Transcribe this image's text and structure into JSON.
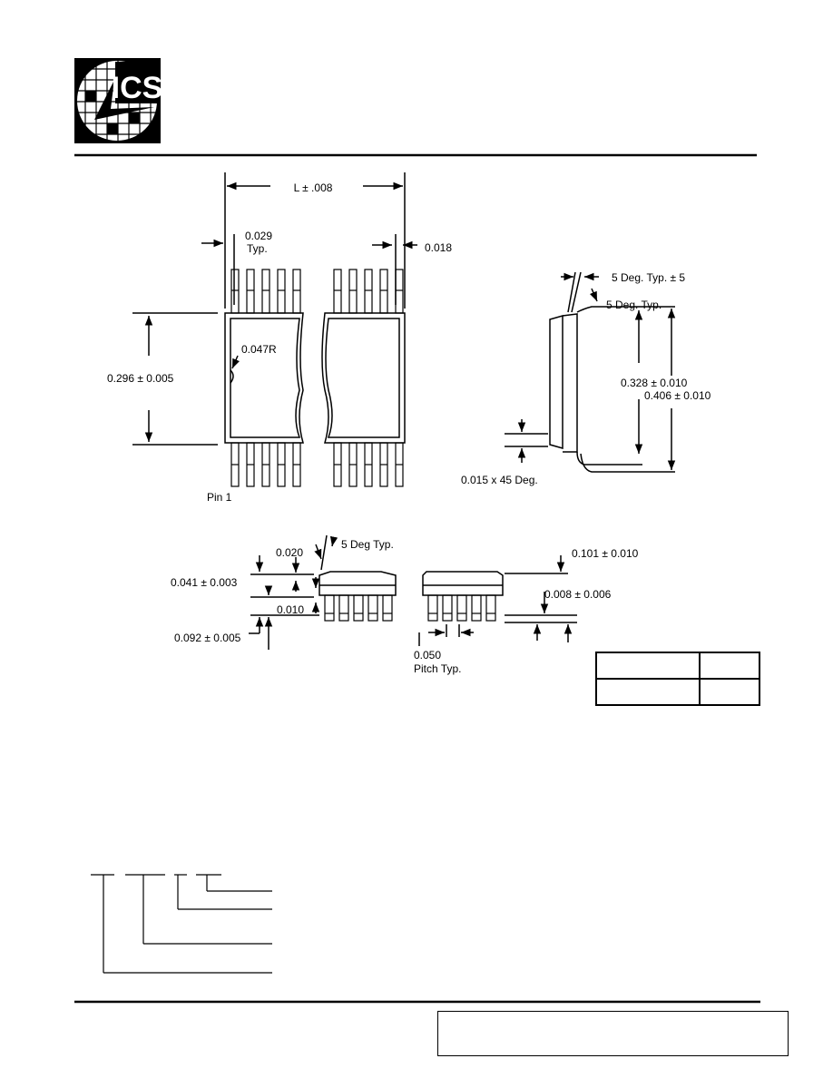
{
  "logo": {
    "text": "ICS"
  },
  "top_view": {
    "length": "L ± .008",
    "lead_width": "0.029",
    "lead_width_note": "Typ.",
    "lead_gap": "0.018",
    "body_width": "0.296 ± 0.005",
    "corner_radius": "0.047R",
    "pin1": "Pin 1"
  },
  "end_view": {
    "lead_angle": "5 Deg. Typ. ± 5",
    "lead_angle2": "5 Deg. Typ.",
    "inner_width": "0.328 ± 0.010",
    "outer_width": "0.406 ± 0.010",
    "chamfer": "0.015 x 45 Deg."
  },
  "side_view": {
    "lead_angle": "5 Deg Typ.",
    "dim_020": "0.020",
    "dim_041": "0.041 ± 0.003",
    "dim_010": "0.010",
    "dim_092": "0.092 ± 0.005",
    "height": "0.101 ± 0.010",
    "standoff": "0.008 ± 0.006",
    "pitch": "0.050",
    "pitch_note": "Pitch Typ."
  }
}
